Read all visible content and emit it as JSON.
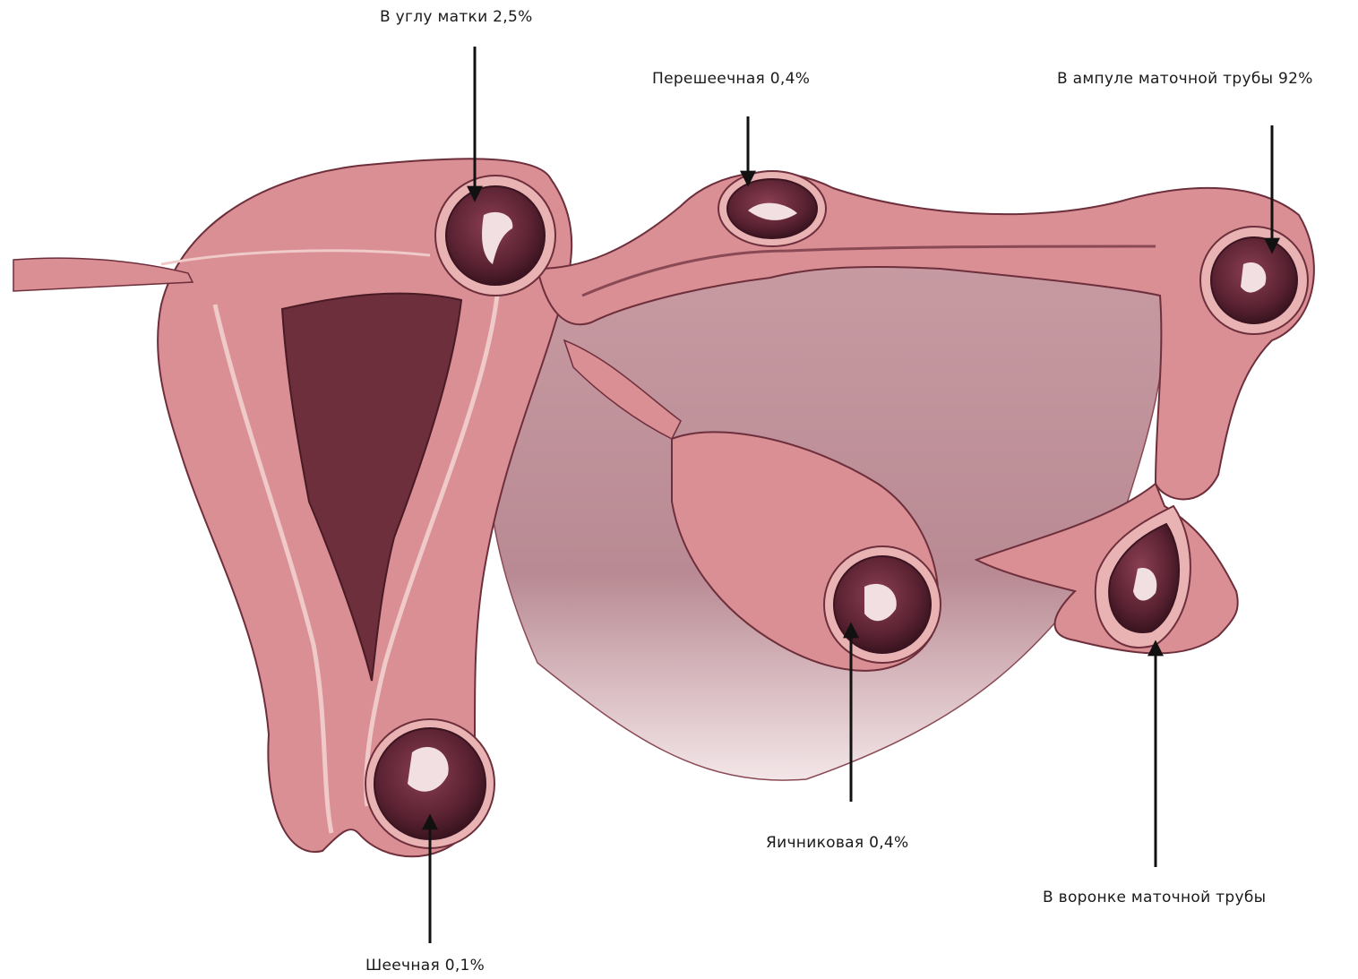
{
  "labels": {
    "uterine_angle": "В углу матки 2,5%",
    "isthmic": "Перешеечная 0,4%",
    "ampullar": "В ампуле маточной трубы 92%",
    "ovarian": "Яичниковая 0,4%",
    "infundibular": "В воронке маточной трубы",
    "cervical": "Шеечная 0,1%"
  },
  "colors": {
    "tissue": "#d98f93",
    "tissue_light": "#e9b3b3",
    "tissue_dark": "#8a4a55",
    "cavity": "#6e2f3c",
    "sac": "#5a2232",
    "ligament": "#c9a3aa",
    "arrow": "#111111"
  }
}
